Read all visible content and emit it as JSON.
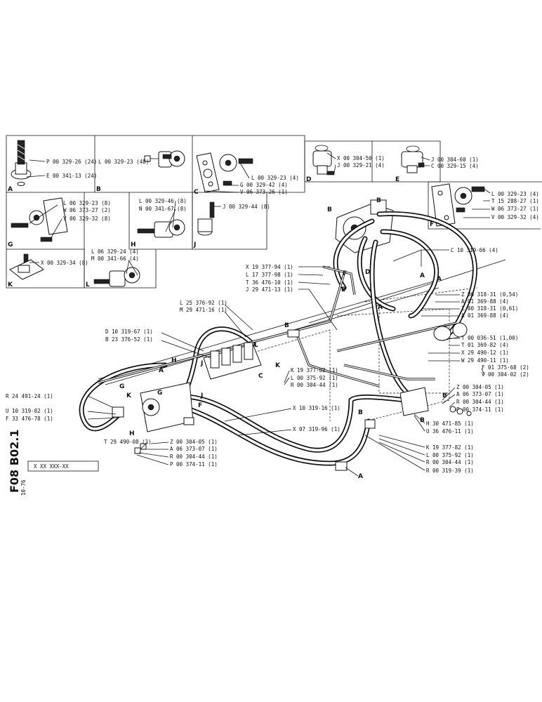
{
  "sheet": {
    "code_vertical": "F08 B02.1",
    "ref_box": "X XX XXX-XX",
    "date": "10-76"
  },
  "insets": [
    {
      "letter": "A",
      "labels": [
        "P 00 329-26 (24)",
        "E 00 341-13 (24)"
      ]
    },
    {
      "letter": "B",
      "labels": [
        "L 00 329-23 (48)"
      ]
    },
    {
      "letter": "C",
      "labels": [
        "L 00 329-23 (4)",
        "G 00 329-42 (4)",
        "V 06 373-26 (1)"
      ]
    },
    {
      "letter": "D",
      "labels": [
        "X 00 304-50 (1)",
        "J 00 329-21 (4)"
      ]
    },
    {
      "letter": "E",
      "labels": [
        "J 00 304-60 (1)",
        "C 00 329-15 (4)"
      ]
    },
    {
      "letter": "F",
      "labels": [
        "L 00 329-23 (4)",
        "T 15 288-27 (1)",
        "W 06 373-27 (1)",
        "V 00 329-32 (4)"
      ]
    },
    {
      "letter": "G",
      "labels": [
        "L 00 329-23 (8)",
        "W 06 373-27 (2)",
        "V 00 329-32 (8)"
      ]
    },
    {
      "letter": "H",
      "labels": [
        "L 00 329-46 (8)",
        "N 00 341-67 (8)"
      ]
    },
    {
      "letter": "J",
      "labels": [
        "J 00 329-44 (8)"
      ]
    },
    {
      "letter": "K",
      "labels": [
        "X 00 329-34 (8)"
      ]
    },
    {
      "letter": "L",
      "labels": [
        "L 06 329-24 (4)",
        "M 00 341-66 (4)"
      ]
    }
  ],
  "callouts": {
    "c10319": "C 10 319-66 (4)",
    "x19377": "X 19 377-94 (1)",
    "l17377": "L 17 377-98 (1)",
    "t36476": "T 36 476-10 (1)",
    "j29471": "J 29 471-13 (1)",
    "l25376": "L 25 376-92 (1)",
    "m29471": "M 29 471-16 (1)",
    "d10319": "D 10 319-67 (1)",
    "b23376": "B 23 376-52 (1)",
    "z318a": "Z 00 318-31 (0,54)",
    "a369a": "A 01 369-88 (4)",
    "z318b": "Z 00 318-31 (0,61)",
    "a369b": "A 01 369-88 (4)",
    "t036": "T 00 036-51 (1,00)",
    "t01369": "T 01 369-82 (4)",
    "x29490": "X 29 490-12 (1)",
    "w29490": "W 29 490-11 (1)",
    "f01375": "F 01 375-68 (2)",
    "v00304": "V 00 304-02 (2)",
    "k19377a": "K 19 377-82 (1)",
    "l00375a": "L 00 375-92 (1)",
    "r00304a": "R 00 304-44 (1)",
    "r24491": "R 24 491-24 (1)",
    "u10319": "U 10 319-82 (1)",
    "f33476": "F 33 476-78 (1)",
    "x10319": "X 10 319-16 (1)",
    "x07319": "X 07 319-96 (1)",
    "z00304a": "Z 00 304-05 (1)",
    "a06373a": "A 06 373-07 (1)",
    "r00304b": "R 00 304-44 (1)",
    "p00374a": "P 00 374-11 (1)",
    "h30471": "H 30 471-85 (1)",
    "u36476": "U 36 476-11 (1)",
    "t29490": "T 29 490-08 (1)",
    "z00304b": "Z 00 304-05 (1)",
    "a06373b": "A 06 373-07 (1)",
    "r00304c": "R 00 304-44 (1)",
    "p00374b": "P 00 374-11 (1)",
    "k19377b": "K 19 377-82 (1)",
    "l00375b": "L 00 375-92 (1)",
    "r00304d": "R 00 304-44 (1)",
    "r00319": "R 00 319-39 (1)"
  },
  "letters": {
    "a1": "A",
    "a2": "A",
    "a3": "A",
    "a4": "A",
    "a5": "A",
    "b1": "B",
    "b2": "B",
    "b3": "B",
    "b4": "B",
    "b5": "B",
    "b6": "B",
    "c1": "C",
    "d1": "D",
    "e1": "E",
    "f1": "F",
    "f2": "F",
    "g1": "G",
    "g2": "G",
    "h1": "H",
    "h2": "H",
    "j1": "J",
    "j2": "J",
    "k1": "K",
    "k2": "K",
    "l1": "L"
  }
}
